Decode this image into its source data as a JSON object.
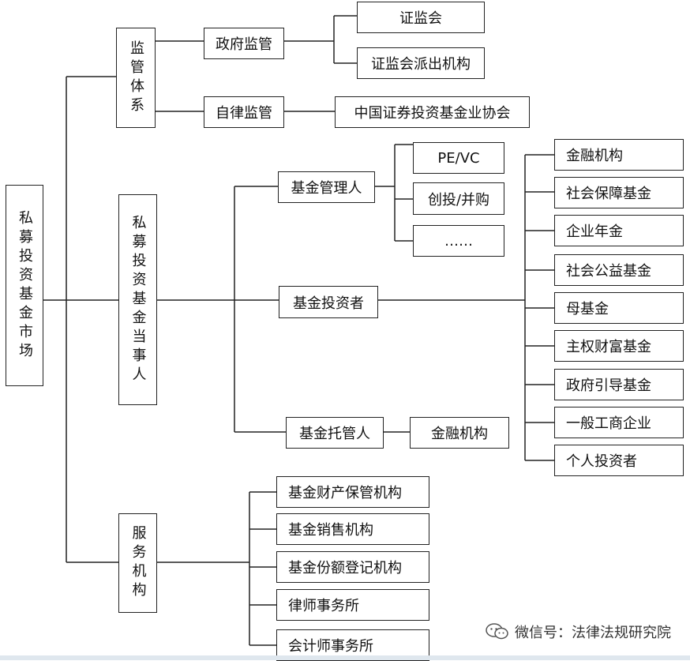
{
  "root": "私募投资基金市场",
  "regulation": {
    "group": "监管体系",
    "government": {
      "label": "政府监管",
      "children": [
        "证监会",
        "证监会派出机构"
      ]
    },
    "self": {
      "label": "自律监管",
      "children": [
        "中国证券投资基金业协会"
      ]
    }
  },
  "parties": {
    "group": "私募投资基金当事人",
    "manager": {
      "label": "基金管理人",
      "children": [
        "PE/VC",
        "创投/并购",
        "……"
      ]
    },
    "investor": {
      "label": "基金投资者",
      "children": [
        "金融机构",
        "社会保障基金",
        "企业年金",
        "社会公益基金",
        "母基金",
        "主权财富基金",
        "政府引导基金",
        "一般工商企业",
        "个人投资者"
      ]
    },
    "custodian": {
      "label": "基金托管人",
      "children": [
        "金融机构"
      ]
    }
  },
  "services": {
    "group": "服务机构",
    "children": [
      "基金财产保管机构",
      "基金销售机构",
      "基金份额登记机构",
      "律师事务所",
      "会计师事务所"
    ]
  },
  "watermark": {
    "text": "微信号：法律法规研究院",
    "icon": "wechat-icon"
  }
}
